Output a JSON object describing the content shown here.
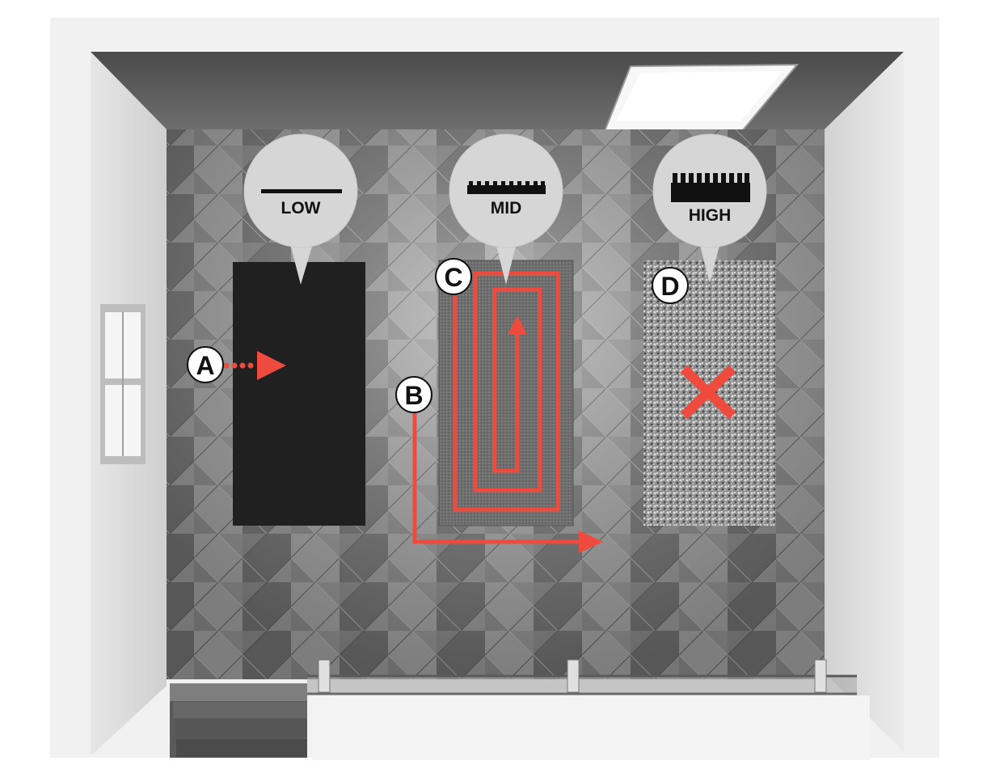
{
  "pile_labels": {
    "low": "LOW",
    "mid": "MID",
    "high": "HIGH"
  },
  "markers": {
    "a": "A",
    "b": "B",
    "c": "C",
    "d": "D"
  },
  "colors": {
    "accent": "#ee4a3d",
    "rug_low": "#262626",
    "rug_mid": "#6b6b6b",
    "rug_high": "#9a9a9a",
    "bubble": "#d6d6d6",
    "floor": "#8a8a8a"
  },
  "icons": {
    "low": "flat-line-icon",
    "mid": "short-pile-icon",
    "high": "tall-pile-icon",
    "d_symbol": "x-mark-icon"
  }
}
